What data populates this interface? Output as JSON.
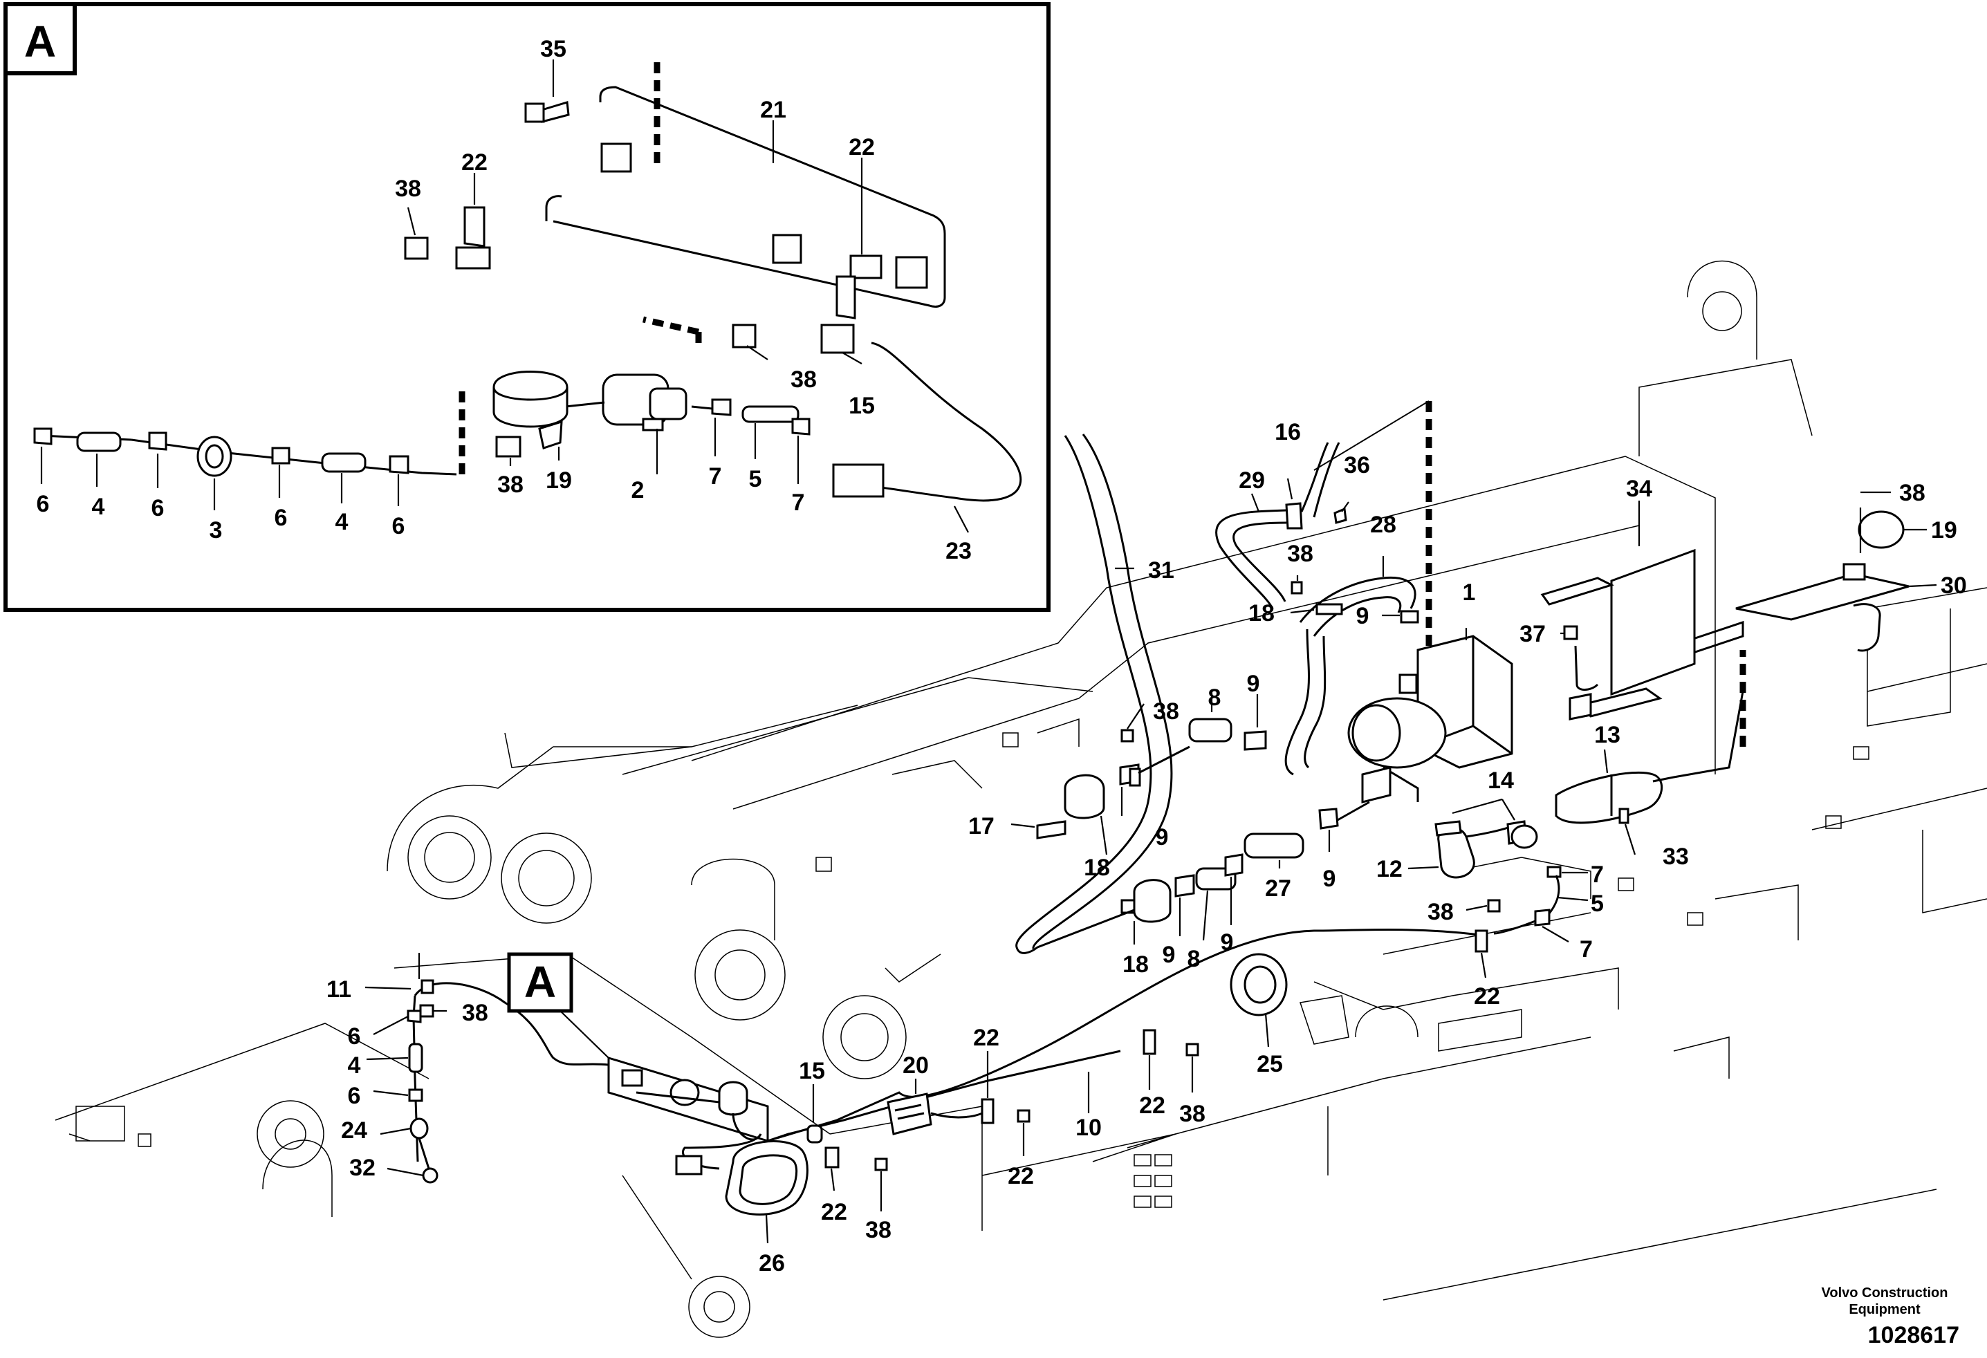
{
  "detail_label": "A",
  "view_label": "A",
  "callouts": [
    {
      "id": "d35",
      "text": "35"
    },
    {
      "id": "d21",
      "text": "21"
    },
    {
      "id": "d22a",
      "text": "22"
    },
    {
      "id": "d38a",
      "text": "38"
    },
    {
      "id": "d22b",
      "text": "22"
    },
    {
      "id": "d38b",
      "text": "38"
    },
    {
      "id": "d15",
      "text": "15"
    },
    {
      "id": "d6a",
      "text": "6"
    },
    {
      "id": "d4a",
      "text": "4"
    },
    {
      "id": "d6b",
      "text": "6"
    },
    {
      "id": "d3",
      "text": "3"
    },
    {
      "id": "d6c",
      "text": "6"
    },
    {
      "id": "d4b",
      "text": "4"
    },
    {
      "id": "d6d",
      "text": "6"
    },
    {
      "id": "d38c",
      "text": "38"
    },
    {
      "id": "d19",
      "text": "19"
    },
    {
      "id": "d2",
      "text": "2"
    },
    {
      "id": "d7a",
      "text": "7"
    },
    {
      "id": "d5",
      "text": "5"
    },
    {
      "id": "d7b",
      "text": "7"
    },
    {
      "id": "d23",
      "text": "23"
    },
    {
      "id": "m31",
      "text": "31"
    },
    {
      "id": "m29",
      "text": "29"
    },
    {
      "id": "m16",
      "text": "16"
    },
    {
      "id": "m36",
      "text": "36"
    },
    {
      "id": "m28",
      "text": "28"
    },
    {
      "id": "m38a",
      "text": "38"
    },
    {
      "id": "m18a",
      "text": "18"
    },
    {
      "id": "m9a",
      "text": "9"
    },
    {
      "id": "m1",
      "text": "1"
    },
    {
      "id": "m34",
      "text": "34"
    },
    {
      "id": "m38b",
      "text": "38"
    },
    {
      "id": "m19",
      "text": "19"
    },
    {
      "id": "m30",
      "text": "30"
    },
    {
      "id": "m37",
      "text": "37"
    },
    {
      "id": "m38c",
      "text": "38"
    },
    {
      "id": "m8a",
      "text": "8"
    },
    {
      "id": "m9b",
      "text": "9"
    },
    {
      "id": "m13",
      "text": "13"
    },
    {
      "id": "m17",
      "text": "17"
    },
    {
      "id": "m18b",
      "text": "18"
    },
    {
      "id": "m9c",
      "text": "9"
    },
    {
      "id": "m14",
      "text": "14"
    },
    {
      "id": "m33",
      "text": "33"
    },
    {
      "id": "m12",
      "text": "12"
    },
    {
      "id": "m7a",
      "text": "7"
    },
    {
      "id": "m27",
      "text": "27"
    },
    {
      "id": "m9d",
      "text": "9"
    },
    {
      "id": "m38d",
      "text": "38"
    },
    {
      "id": "m5",
      "text": "5"
    },
    {
      "id": "m9e",
      "text": "9"
    },
    {
      "id": "m8b",
      "text": "8"
    },
    {
      "id": "m9f",
      "text": "9"
    },
    {
      "id": "m18c",
      "text": "18"
    },
    {
      "id": "m7b",
      "text": "7"
    },
    {
      "id": "m22a",
      "text": "22"
    },
    {
      "id": "m11",
      "text": "11"
    },
    {
      "id": "m38e",
      "text": "38"
    },
    {
      "id": "m6a",
      "text": "6"
    },
    {
      "id": "m4",
      "text": "4"
    },
    {
      "id": "m6b",
      "text": "6"
    },
    {
      "id": "m24",
      "text": "24"
    },
    {
      "id": "m32",
      "text": "32"
    },
    {
      "id": "m15",
      "text": "15"
    },
    {
      "id": "m20",
      "text": "20"
    },
    {
      "id": "m22b",
      "text": "22"
    },
    {
      "id": "m22c",
      "text": "22"
    },
    {
      "id": "m38f",
      "text": "38"
    },
    {
      "id": "m10",
      "text": "10"
    },
    {
      "id": "m22d",
      "text": "22"
    },
    {
      "id": "m38g",
      "text": "38"
    },
    {
      "id": "m25",
      "text": "25"
    },
    {
      "id": "m22e",
      "text": "22"
    },
    {
      "id": "m26",
      "text": "26"
    },
    {
      "id": "m22f",
      "text": "22"
    },
    {
      "id": "m38h",
      "text": "38"
    }
  ],
  "footer": {
    "brand_line1": "Volvo Construction",
    "brand_line2": "Equipment",
    "drawing_number": "1028617"
  }
}
